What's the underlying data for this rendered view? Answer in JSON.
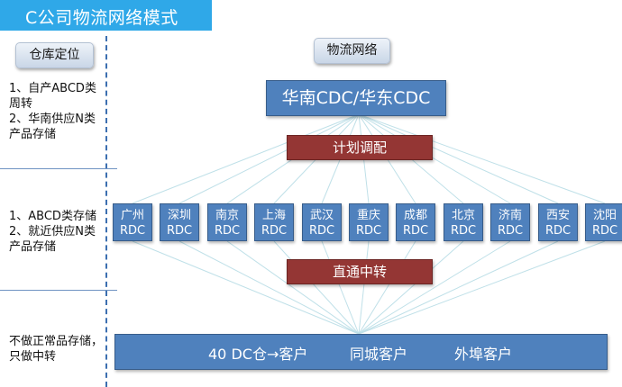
{
  "title": "C公司物流网络模式",
  "left_header": "仓库定位",
  "right_header": "物流网络",
  "side_notes": {
    "row1": [
      "1、自产ABCD类",
      "周转",
      "2、华南供应N类",
      "产品存储"
    ],
    "row2": [
      "1、ABCD类存储",
      "2、就近供应N类",
      "产品存储"
    ],
    "row3": [
      "不做正常品存储，",
      "只做中转"
    ]
  },
  "cdc": "华南CDC/华东CDC",
  "plan_label": "计划调配",
  "direct_label": "直通中转",
  "rdcs": [
    {
      "city": "广州",
      "suffix": "RDC"
    },
    {
      "city": "深圳",
      "suffix": "RDC"
    },
    {
      "city": "南京",
      "suffix": "RDC"
    },
    {
      "city": "上海",
      "suffix": "RDC"
    },
    {
      "city": "武汉",
      "suffix": "RDC"
    },
    {
      "city": "重庆",
      "suffix": "RDC"
    },
    {
      "city": "成都",
      "suffix": "RDC"
    },
    {
      "city": "北京",
      "suffix": "RDC"
    },
    {
      "city": "济南",
      "suffix": "RDC"
    },
    {
      "city": "西安",
      "suffix": "RDC"
    },
    {
      "city": "沈阳",
      "suffix": "RDC"
    }
  ],
  "bottom": {
    "item1": "40 DC仓→客户",
    "item2": "同城客户",
    "item3": "外埠客户"
  },
  "colors": {
    "title_bg": "#2fa8e8",
    "box_blue": "#4f81bd",
    "bar_red": "#943634",
    "fan_lines": "#bfe0e8"
  }
}
